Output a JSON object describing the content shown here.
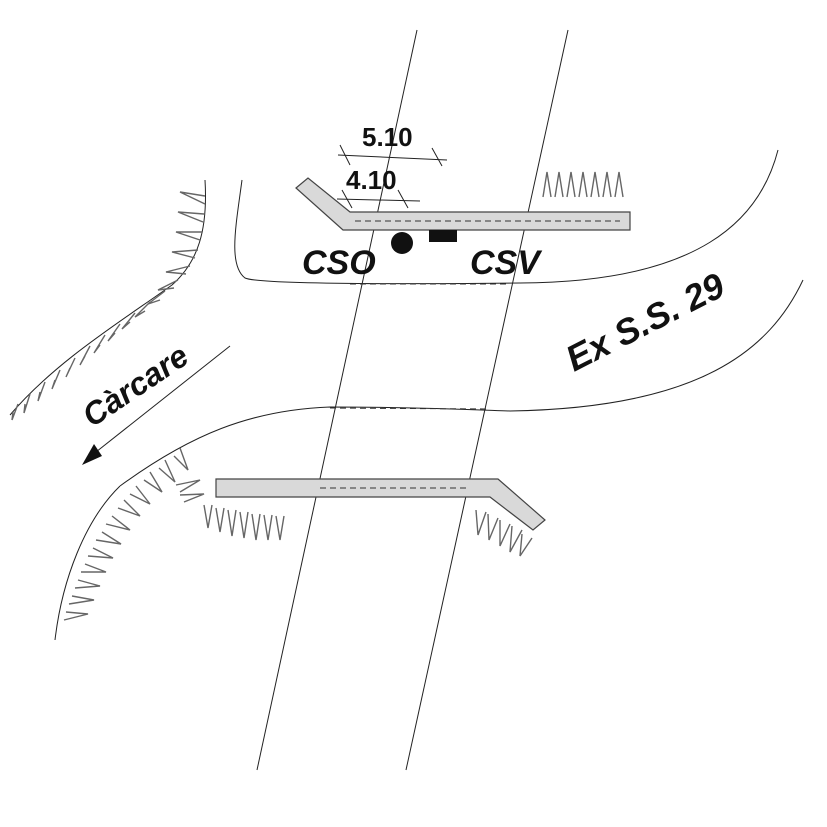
{
  "labels": {
    "road_name": "Ex S.S. 29",
    "direction": "Càrcare",
    "station_left": "CSO",
    "station_right": "CSV",
    "dim_outer": "5.10",
    "dim_inner": "4.10"
  },
  "colors": {
    "wall_fill": "#d9d9d9",
    "line": "#222222",
    "hatch": "#666666"
  },
  "icons": {
    "station_left_marker": "filled-circle",
    "station_right_marker": "filled-rectangle",
    "direction_arrow": "arrow-head"
  }
}
